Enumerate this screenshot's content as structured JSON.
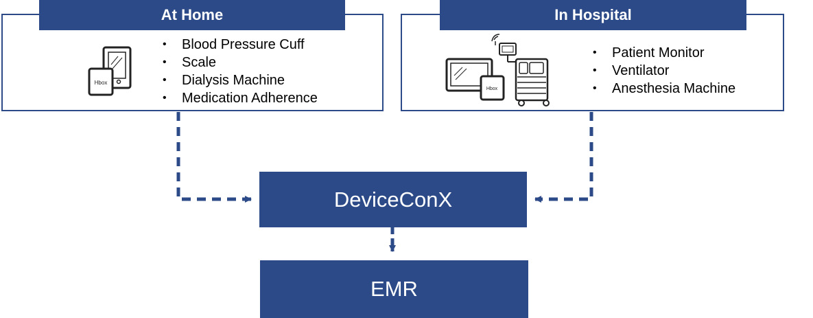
{
  "at_home": {
    "title": "At Home",
    "items": [
      "Blood Pressure Cuff",
      "Scale",
      "Dialysis Machine",
      "Medication Adherence"
    ],
    "device_label": "Hbox"
  },
  "in_hospital": {
    "title": "In Hospital",
    "items": [
      "Patient Monitor",
      "Ventilator",
      "Anesthesia Machine"
    ],
    "device_label": "Hbox"
  },
  "hub": {
    "label": "DeviceConX"
  },
  "target": {
    "label": "EMR"
  },
  "colors": {
    "primary": "#2c4a87"
  },
  "icons": [
    "tablet-icon",
    "hbox-icon",
    "monitor-icon",
    "medical-cart-icon",
    "wireless-icon"
  ]
}
